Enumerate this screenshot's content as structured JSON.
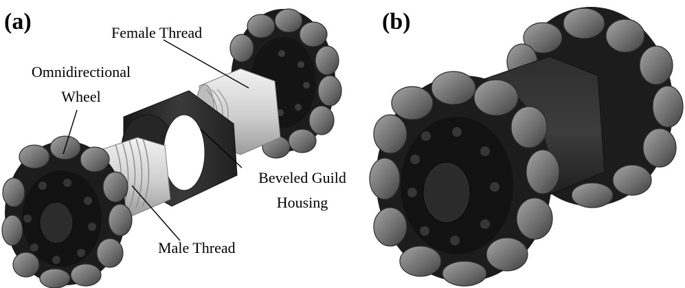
{
  "panels": [
    {
      "label": "(a)"
    },
    {
      "label": "(b)"
    }
  ],
  "callouts": {
    "female_thread": "Female Thread",
    "omnidirectional_line1": "Omnidirectional",
    "omnidirectional_line2": "Wheel",
    "beveled_line1": "Beveled Guild",
    "beveled_line2": "Housing",
    "male_thread": "Male Thread"
  },
  "colors": {
    "wheel_hub": "#1c1c1c",
    "roller": "#6f6f6f",
    "roller_highlight": "#9a9a9a",
    "thread_silver": "#cfcfcf",
    "housing": "#2a2a2a"
  }
}
